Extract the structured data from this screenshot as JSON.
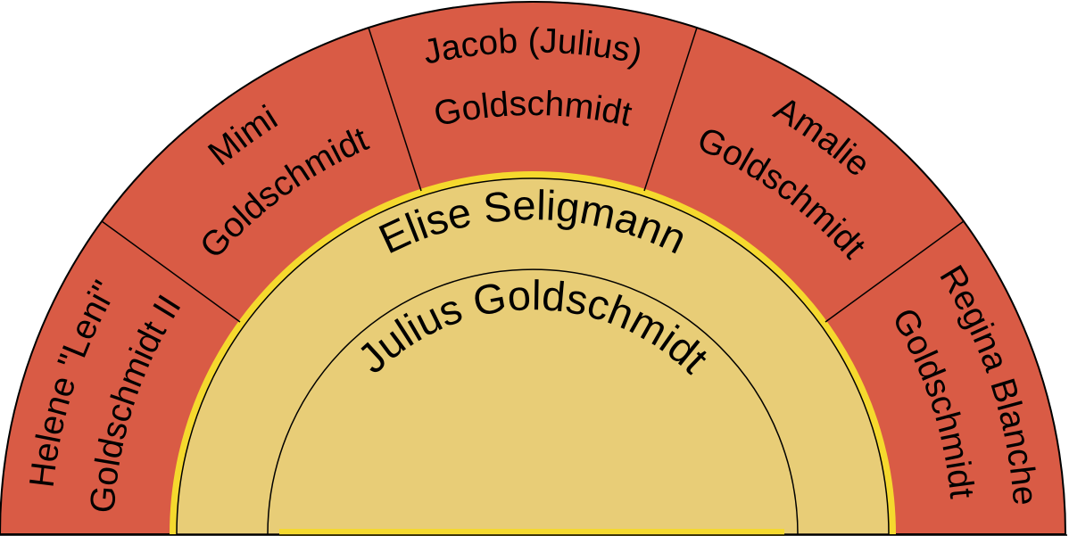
{
  "chart_type": "genealogy-fan-chart",
  "colors": {
    "background": "#ffffff",
    "outer_ring": "#d95b45",
    "inner_fill": "#e8cd77",
    "highlight_band": "#f5d92e",
    "line": "#000000"
  },
  "center": {
    "person": "Julius Goldschmidt",
    "spouse": "Elise Seligmann"
  },
  "children": [
    {
      "line1": "Helene \"Leni\"",
      "line2": "Goldschmidt II"
    },
    {
      "line1": "Mimi",
      "line2": "Goldschmidt"
    },
    {
      "line1": "Jacob (Julius)",
      "line2": "Goldschmidt"
    },
    {
      "line1": "Amalie",
      "line2": "Goldschmidt"
    },
    {
      "line1": "Regina Blanche",
      "line2": "Goldschmidt"
    }
  ]
}
